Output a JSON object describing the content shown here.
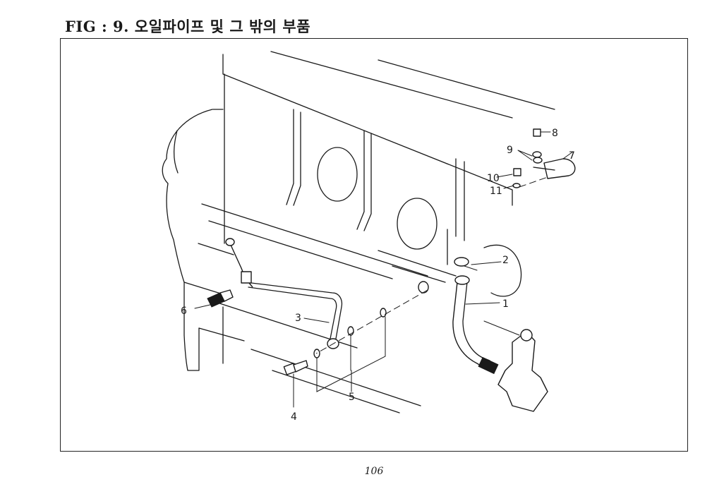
{
  "title": "FIG : 9. 오일파이프 및 그 밖의 부품",
  "page_number": "106",
  "callouts": {
    "c1": "1",
    "c2": "2",
    "c3": "3",
    "c4": "4",
    "c5": "5",
    "c6": "6",
    "c7": "7",
    "c8": "8",
    "c9": "9",
    "c10": "10",
    "c11": "11"
  }
}
